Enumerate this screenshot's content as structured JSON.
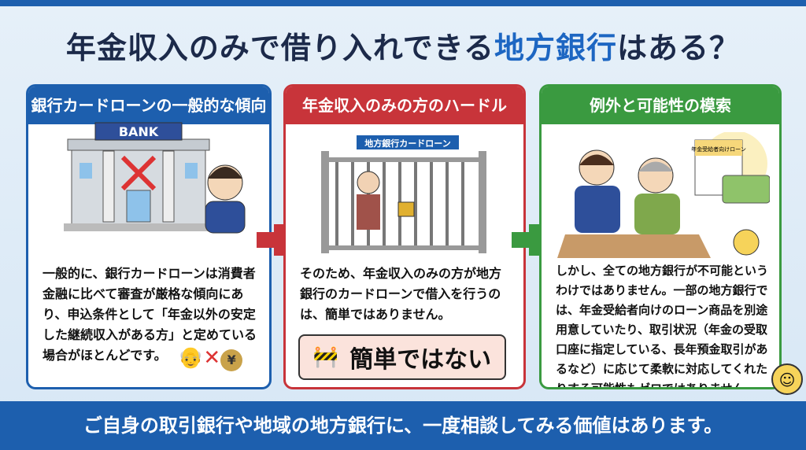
{
  "title": {
    "pre": "年金収入のみで借り入れできる",
    "highlight": "地方銀行",
    "post": "はある？"
  },
  "panels": [
    {
      "heading": "銀行カードローンの一般的な傾向",
      "sign": "BANK",
      "body": "一般的に、銀行カードローンは消費者金融に比べて審査が厳格な傾向にあり、申込条件として「年金以外の安定した継続収入がある方」と定めている場合がほとんどです。",
      "yen": "¥"
    },
    {
      "heading": "年金収入のみの方のハードル",
      "sign": "地方銀行カードローン",
      "body": "そのため、年金収入のみの方が地方銀行のカードローンで借入を行うのは、簡単ではありません。",
      "badge": "簡単ではない"
    },
    {
      "heading": "例外と可能性の模索",
      "doc": "年金受給者向けローン",
      "body": "しかし、全ての地方銀行が不可能というわけではありません。一部の地方銀行では、年金受給者向けのローン商品を別途用意していたり、取引状況（年金の受取口座に指定している、長年預金取引があるなど）に応じて柔軟に対応してくれたりする可能性もゼロではありません。"
    }
  ],
  "footer": "ご自身の取引銀行や地域の地方銀行に、一度相談してみる価値はあります。",
  "colors": {
    "blue": "#1d5fae",
    "red": "#c8343a",
    "green": "#3a9a40"
  }
}
